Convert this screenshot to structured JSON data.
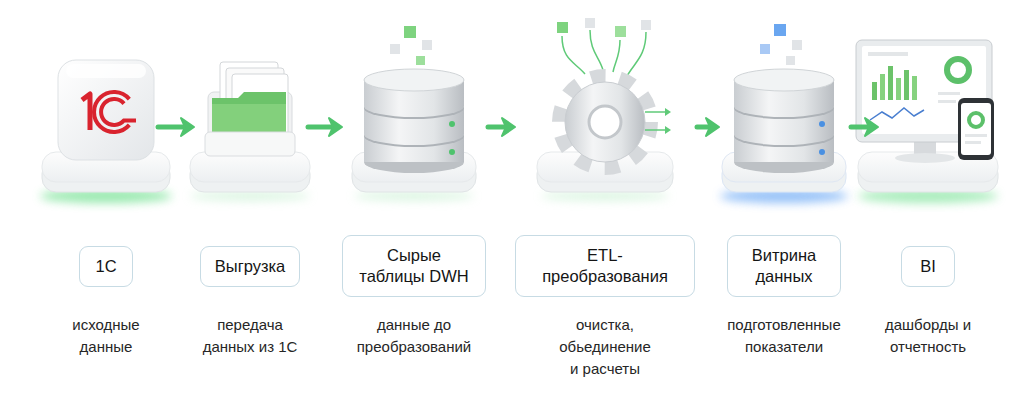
{
  "diagram": {
    "nodes": [
      {
        "text": [
          "1С",
          "исходные данные"
        ]
      },
      {
        "text": [
          "Выгрузка",
          "передача данных из 1С"
        ]
      },
      {
        "text": [
          "Сырые таблицы DWH",
          "данные до преобразований"
        ]
      },
      {
        "text": [
          "ETL-преобразования",
          "очистка, обьединение и расчеты"
        ]
      },
      {
        "text": [
          "Витрина данных",
          "подготовленные показатели"
        ]
      },
      {
        "text": [
          "BI",
          "дашборды и отчетность"
        ]
      }
    ],
    "edges": [
      {
        "from": 0,
        "to": 1,
        "arrow": "to"
      },
      {
        "from": 1,
        "to": 2,
        "arrow": "to"
      },
      {
        "from": 2,
        "to": 3,
        "arrow": "to"
      },
      {
        "from": 3,
        "to": 4,
        "arrow": "to"
      },
      {
        "from": 4,
        "to": 5,
        "arrow": "to"
      }
    ]
  }
}
